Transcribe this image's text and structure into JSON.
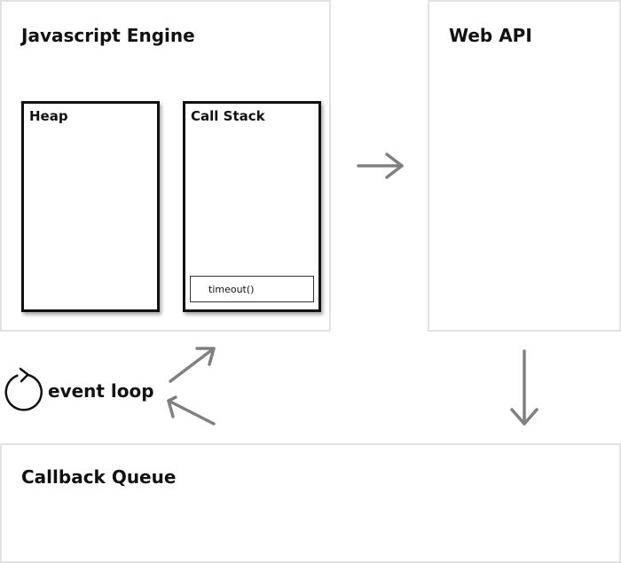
{
  "panels": {
    "engine": {
      "title": "Javascript Engine"
    },
    "web_api": {
      "title": "Web API"
    },
    "callback_queue": {
      "title": "Callback Queue"
    }
  },
  "boxes": {
    "heap": {
      "title": "Heap"
    },
    "call_stack": {
      "title": "Call Stack",
      "frames": [
        "timeout()"
      ]
    }
  },
  "event_loop": {
    "label": "event loop",
    "icon": "refresh-icon"
  },
  "colors": {
    "panel_border": "#e2e2e2",
    "arrow": "#808080",
    "text": "#111111"
  }
}
